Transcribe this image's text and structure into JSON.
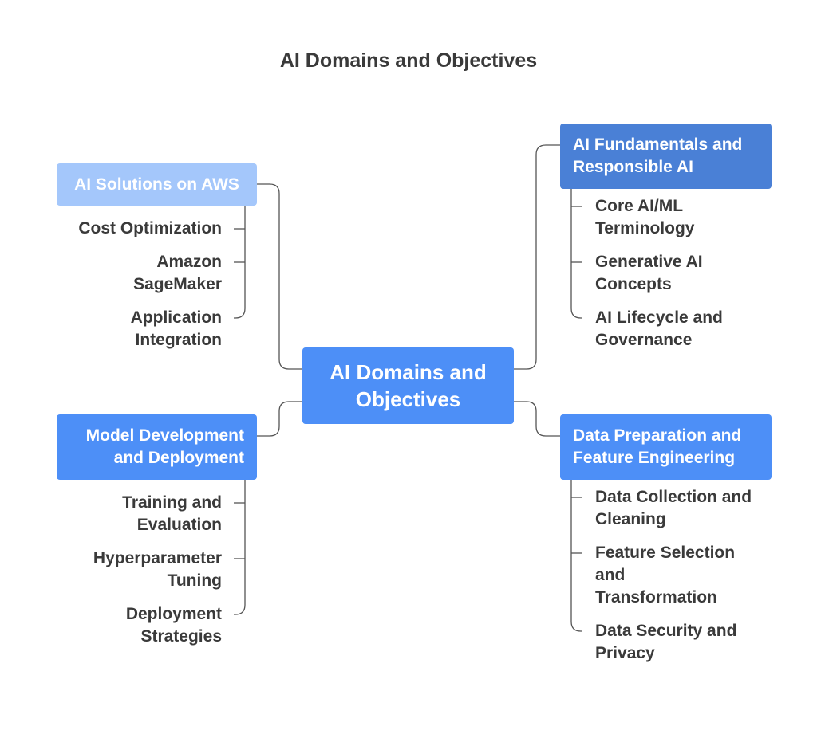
{
  "title": "AI Domains and Objectives",
  "center": "AI Domains and Objectives",
  "branches": {
    "aws": {
      "label": "AI Solutions on AWS",
      "items": [
        "Cost Optimization",
        "Amazon SageMaker",
        "Application Integration"
      ]
    },
    "fundamentals": {
      "label": "AI Fundamentals and Responsible AI",
      "items": [
        "Core AI/ML Terminology",
        "Generative AI Concepts",
        "AI Lifecycle and Governance"
      ]
    },
    "model": {
      "label": "Model Development and Deployment",
      "items": [
        "Training and Evaluation",
        "Hyperparameter Tuning",
        "Deployment Strategies"
      ]
    },
    "data": {
      "label": "Data Preparation and Feature Engineering",
      "items": [
        "Data Collection and Cleaning",
        "Feature Selection and Transformation",
        "Data Security and Privacy"
      ]
    }
  },
  "colors": {
    "center": "#4d8ff7",
    "aws": "#a4c7fb",
    "fundamentals": "#4a80d6",
    "model": "#4d8ff7",
    "data": "#4d8ff7",
    "text": "#3a3a3a",
    "connector": "#555555"
  }
}
